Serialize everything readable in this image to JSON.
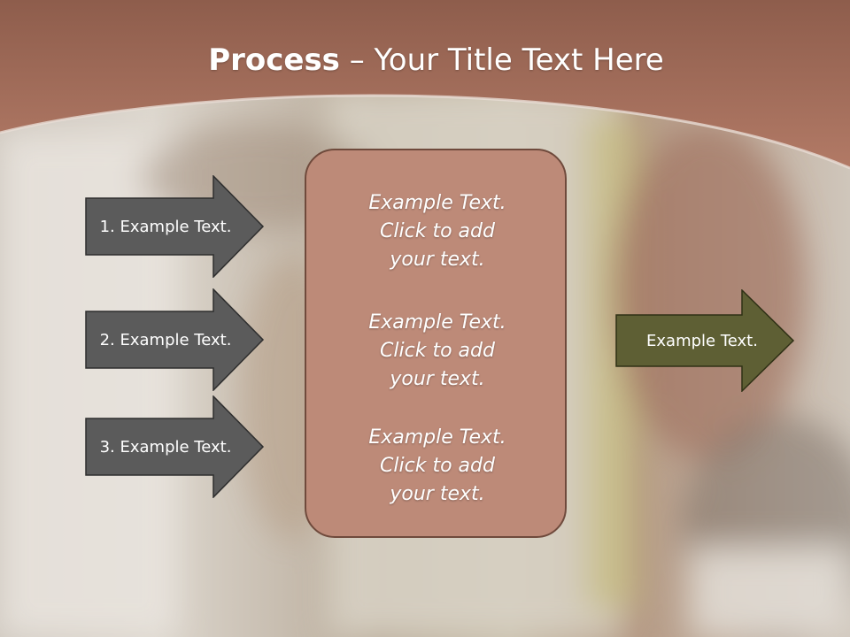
{
  "slide": {
    "title_bold": "Process",
    "title_rest": " – Your Title Text Here",
    "left_steps": [
      {
        "label": "1. Example Text."
      },
      {
        "label": "2. Example Text."
      },
      {
        "label": "3. Example Text."
      }
    ],
    "center_texts": [
      {
        "text": "Example Text.\nClick  to add\nyour text."
      },
      {
        "text": "Example Text.\nClick  to add\nyour text."
      },
      {
        "text": "Example Text.\nClick  to add\nyour text."
      }
    ],
    "output": {
      "label": "Example Text."
    }
  },
  "colors": {
    "header": "#a06a58",
    "left_arrow_fill": "#5b5b5b",
    "center_box_fill": "#bd8a78",
    "center_box_border": "#6f4a3c",
    "output_arrow_fill": "#5e5f34"
  }
}
